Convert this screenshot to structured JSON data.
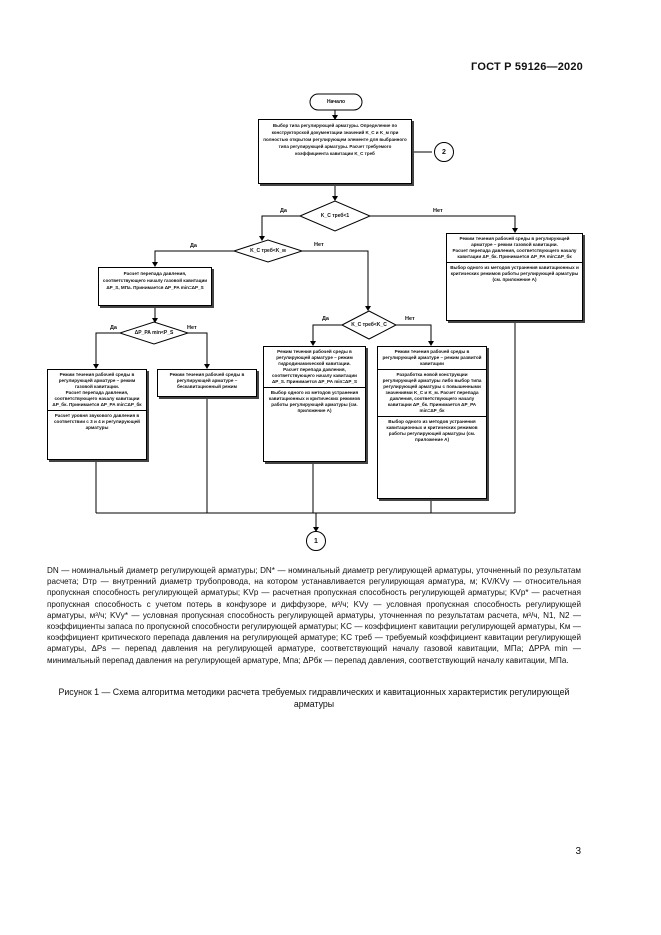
{
  "header": {
    "standard": "ГОСТ Р 59126—2020"
  },
  "flowchart": {
    "start": "Начало",
    "connector_top": "2",
    "connector_bottom": "1",
    "box_select": "Выбор типа регулирующей арматуры. Определение по конструкторской документации значений K_C и K_м при полностью открытом регулирующем элементе для выбранного типа регулирующей арматуры. Расчет требуемого коэффициента кавитации K_C треб",
    "decision_1": "K_C треб<1",
    "decision_1_yes": "Да",
    "decision_1_no": "Нет",
    "decision_2": "K_C треб<K_м",
    "decision_2_yes": "Да",
    "decision_2_no": "Нет",
    "decision_3": "ΔP_PA min<P_S",
    "decision_3_yes": "Да",
    "decision_3_no": "Нет",
    "decision_4": "K_C треб<K_C",
    "decision_4_yes": "Да",
    "decision_4_no": "Нет",
    "box_right_top": "Режим течения рабочей среды в регулирующей арматуре – режим газовой кавитации.",
    "box_right_mid": "Расчет перепада давления, соответствующего началу кавитации ΔP_бк. Принимается ΔP_PA min=ΔP_бк",
    "box_right_bottom": "Выбор одного из методов устранения кавитационных и критических режимов работы регулирующей арматуры (см. приложение А)",
    "box_calc": "Расчет перепада давления, соответствующего началу газовой кавитации ΔP_S, МПа. Принимается ΔP_PA min=ΔP_S",
    "box_gas_cav": "Режим течения рабочей среды в регулирующей арматуре – режим газовой кавитации.",
    "box_gas_cav_calc": "Расчет перепада давления, соответствующего началу кавитации ΔP_бк. Принимается ΔP_PA min=ΔP_бк",
    "box_gas_cav_level": "Расчет уровня звукового давления в соответствии с 3 и 4 и регулирующей арматуры",
    "box_noncav": "Режим течения рабочей среды в регулирующей арматуре – бескавитационный режим",
    "box_hydro": "Режим течения рабочей среды в регулирующей арматуре – режим гидродинамической кавитации.",
    "box_hydro_calc": "Расчет перепада давления, соответствующего началу кавитации ΔP_S. Принимается ΔP_PA min=ΔP_S",
    "box_hydro_methods": "Выбор одного из методов устранения кавитационных и критических режимов работы регулирующей арматуры (см. приложение А)",
    "box_dev_top": "Режим течения рабочей среды в регулирующей арматуре – режим развитой кавитации",
    "box_dev_mid": "Разработка новой конструкции регулирующей арматуры либо выбор типа регулирующей арматуры с повышенными значениями K_C и K_м. Расчет перепада давления, соответствующего началу кавитации ΔP_бк. Принимается ΔP_PA min=ΔP_бк",
    "box_dev_bottom": "Выбор одного из методов устранения кавитационных и критических режимов работы регулирующей арматуры (см. приложение А)"
  },
  "legend": {
    "text": "DN — номинальный диаметр регулирующей арматуры; DN* — номинальный диаметр регулирующей арматуры, уточненный по результатам расчета; Dтр — внутренний диаметр трубопровода, на котором устанавливается регулирующая арматура, м; KV/KVу — относительная пропускная способность регулирующей арматуры; KVр — расчетная пропускная способность регулирующей арматуры; KVр* — расчетная пропускная способность с учетом потерь в конфузоре и диффузоре, м³/ч; KVу — условная пропускная способность регулирующей арматуры, м³/ч; KVу* — условная пропускная способность регулирующей арматуры, уточненная по результатам расчета, м³/ч, N1, N2 — коэффициенты запаса по пропускной способности регулирующей арматуры; KC — коэффициент кавитации регулирующей арматуры, Kм — коэффициент критического перепада давления на регулирующей арматуре; KC треб — требуемый коэффициент кавитации регулирующей арматуры, ΔPs — перепад давления на регулирующей арматуре, соответствующий началу газовой кавитации, МПа; ΔPPA min — минимальный перепад давления на регулирующей арматуре, Мпа; ΔPбк — перепад давления, соответствующий началу кавитации, МПа."
  },
  "caption": "Рисунок 1 — Схема алгоритма методики расчета требуемых гидравлических и кавитационных характеристик регулирующей арматуры",
  "page_number": "3"
}
